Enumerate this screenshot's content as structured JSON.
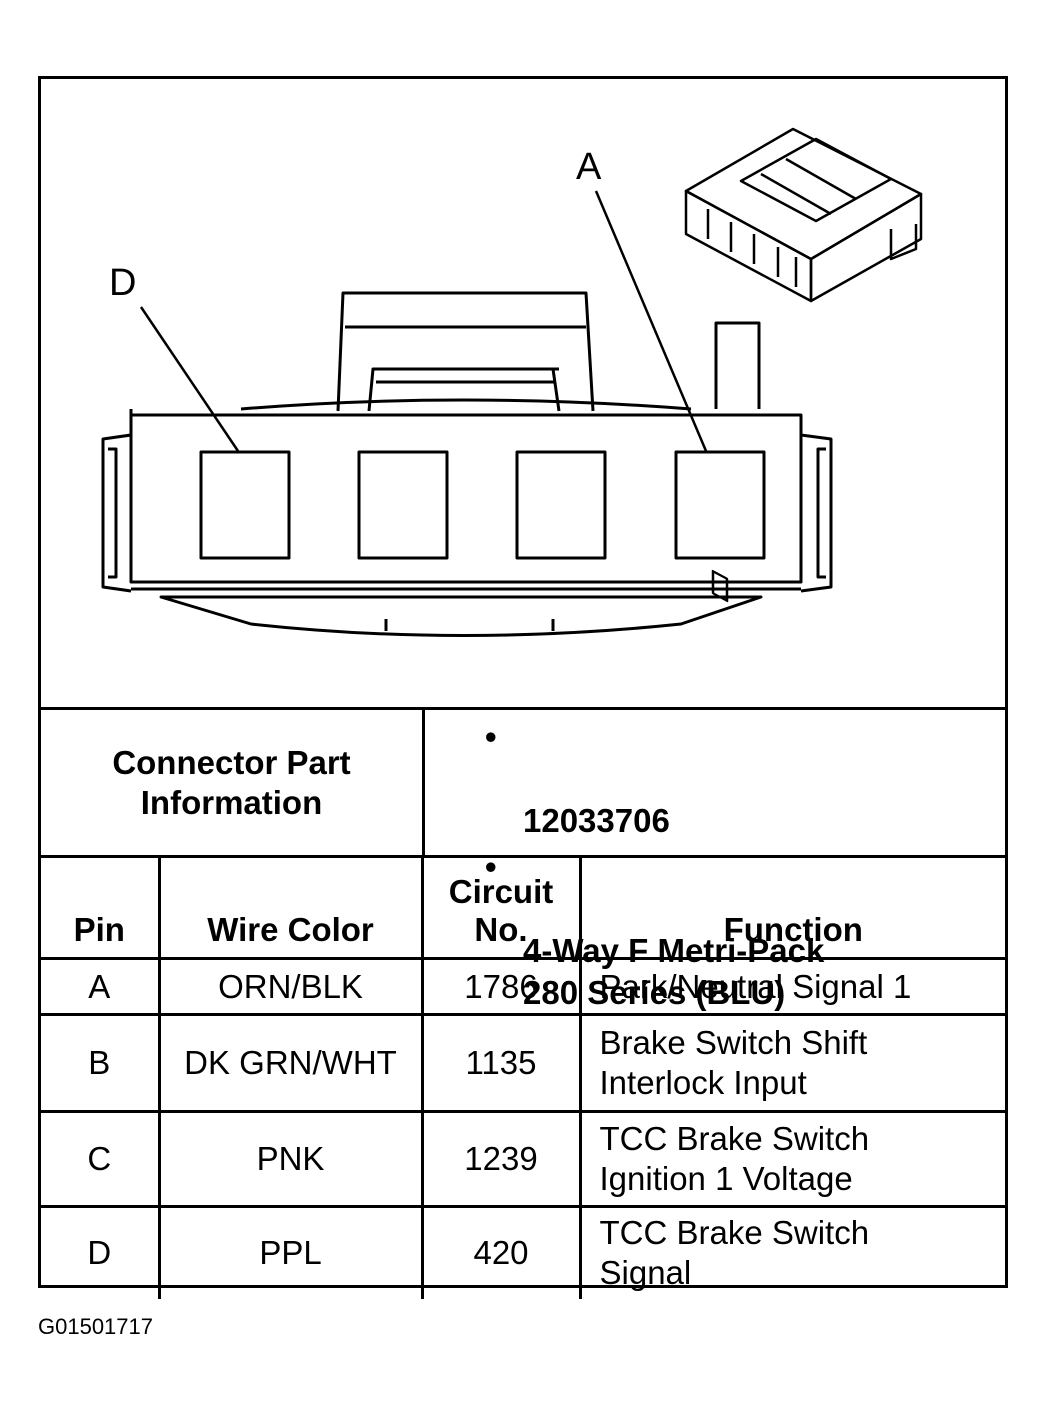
{
  "callouts": {
    "a": "A",
    "d": "D"
  },
  "connector_info": {
    "label": "Connector Part\nInformation",
    "items": [
      "12033706",
      "4-Way F Metri-Pack\n280 Series (BLU)"
    ]
  },
  "table": {
    "headers": {
      "pin": "Pin",
      "wire_color": "Wire Color",
      "circuit": "Circuit\nNo.",
      "function": "Function"
    },
    "rows": [
      {
        "pin": "A",
        "wire_color": "ORN/BLK",
        "circuit": "1786",
        "function": "Park/Neutral Signal 1"
      },
      {
        "pin": "B",
        "wire_color": "DK GRN/WHT",
        "circuit": "1135",
        "function": "Brake Switch Shift\nInterlock Input"
      },
      {
        "pin": "C",
        "wire_color": "PNK",
        "circuit": "1239",
        "function": "TCC Brake Switch\nIgnition 1 Voltage"
      },
      {
        "pin": "D",
        "wire_color": "PPL",
        "circuit": "420",
        "function": "TCC Brake Switch\nSignal"
      }
    ]
  },
  "figure_id": "G01501717"
}
